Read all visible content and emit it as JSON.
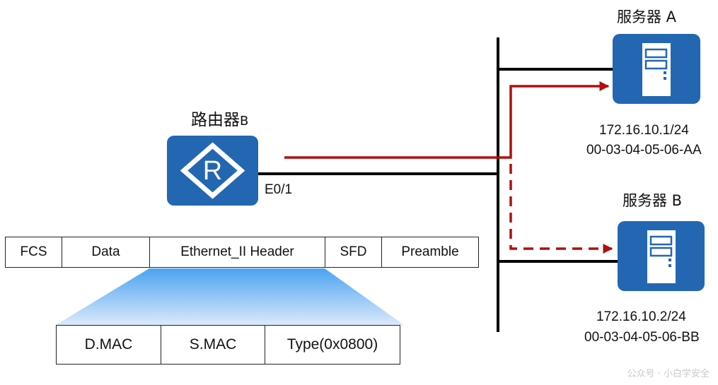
{
  "router": {
    "name": "路由器",
    "suffix": "B",
    "interface": "E0/1",
    "icon": "router-icon"
  },
  "servers": [
    {
      "name": "服务器 A",
      "ip": "172.16.10.1/24",
      "mac": "00-03-04-05-06-AA",
      "icon": "server-icon"
    },
    {
      "name": "服务器 B",
      "ip": "172.16.10.2/24",
      "mac": "00-03-04-05-06-BB",
      "icon": "server-icon"
    }
  ],
  "frame_fields": [
    "FCS",
    "Data",
    "Ethernet_II Header",
    "SFD",
    "Preamble"
  ],
  "header_fields": [
    "D.MAC",
    "S.MAC",
    "Type(0x0800)"
  ],
  "watermark": "公众号 · 小白学安全",
  "colors": {
    "device_blue": "#2367b2",
    "line_black": "#000000",
    "path_red": "#b20e0e",
    "gradient_top": "#4aa3f0",
    "gradient_bottom": "#dbe9fb"
  }
}
